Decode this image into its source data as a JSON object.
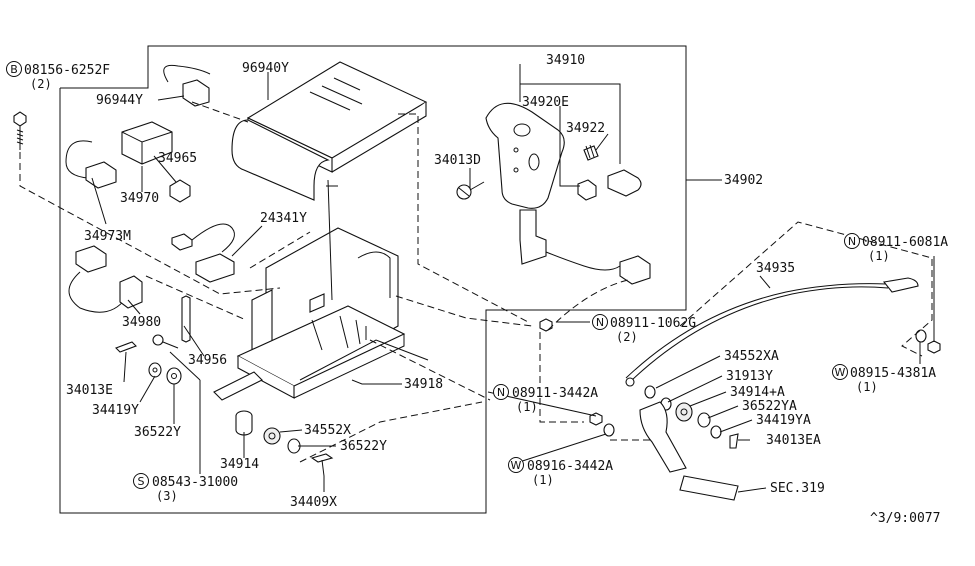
{
  "parts": {
    "p96940Y": "96940Y",
    "p96944Y": "96944Y",
    "p34965": "34965",
    "p34970": "34970",
    "p34973M": "34973M",
    "p24341Y": "24341Y",
    "p34980": "34980",
    "p34956": "34956",
    "p34013E": "34013E",
    "p34419Y": "34419Y",
    "p36522Y_a": "36522Y",
    "p34914": "34914",
    "p34552X": "34552X",
    "p36522Y_b": "36522Y",
    "p34409X": "34409X",
    "p34918": "34918",
    "p34910": "34910",
    "p34920E": "34920E",
    "p34922": "34922",
    "p34013D": "34013D",
    "p34902": "34902",
    "p34935": "34935",
    "p34552XA": "34552XA",
    "p31913Y": "31913Y",
    "p34914A": "34914+A",
    "p36522YA": "36522YA",
    "p34419YA": "34419YA",
    "p34013EA": "34013EA",
    "sec319": "SEC.319"
  },
  "fasteners": {
    "b08156": {
      "prefix": "B",
      "code": "08156-6252F",
      "qty": "(2)"
    },
    "s08543": {
      "prefix": "S",
      "code": "08543-31000",
      "qty": "(3)"
    },
    "n08911_1062": {
      "prefix": "N",
      "code": "08911-1062G",
      "qty": "(2)"
    },
    "n08911_3442": {
      "prefix": "N",
      "code": "08911-3442A",
      "qty": "(1)"
    },
    "w08916": {
      "prefix": "W",
      "code": "08916-3442A",
      "qty": "(1)"
    },
    "n08911_6081": {
      "prefix": "N",
      "code": "08911-6081A",
      "qty": "(1)"
    },
    "w08915": {
      "prefix": "W",
      "code": "08915-4381A",
      "qty": "(1)"
    }
  },
  "diagram_id": "^3/9:0077"
}
